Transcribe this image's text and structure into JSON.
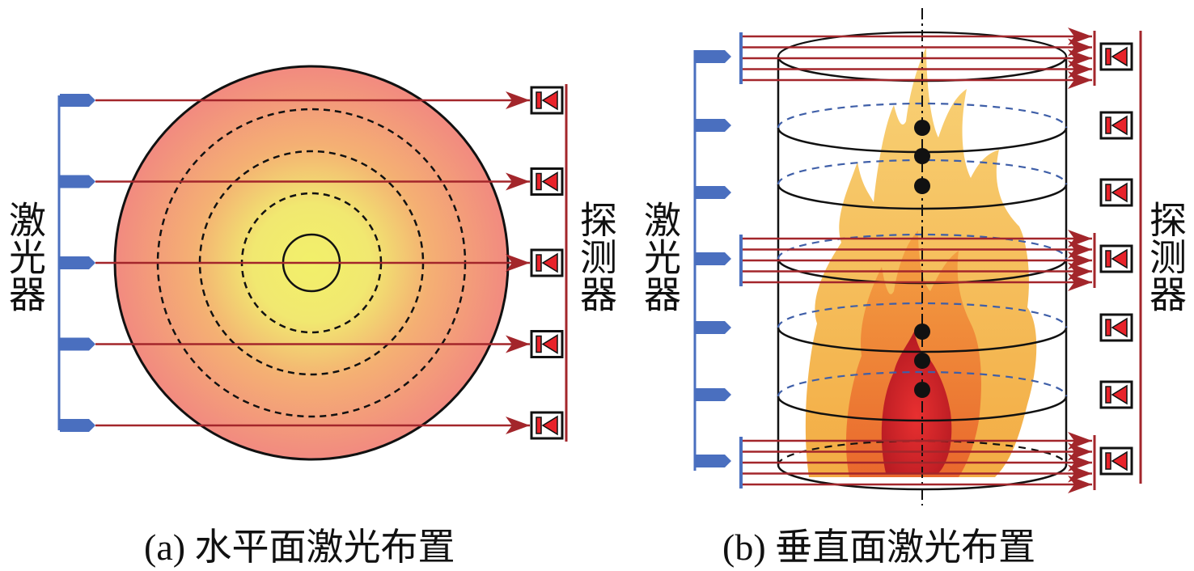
{
  "panel_a": {
    "laser_label": "激光器",
    "detector_label": "探测器",
    "caption": "(a) 水平面激光布置",
    "beam_count": 5
  },
  "panel_b": {
    "laser_label": "激光器",
    "detector_label": "探测器",
    "caption": "(b) 垂直面激光布置",
    "emitter_count": 7,
    "detector_count": 7,
    "beam_groups": 3,
    "beams_per_group": 5
  },
  "colors": {
    "laser": "#4a6fbf",
    "beam": "#a3262b",
    "detector": "#e8232a",
    "fire_core": "#f2f06a",
    "fire_edge": "#f28a80"
  }
}
